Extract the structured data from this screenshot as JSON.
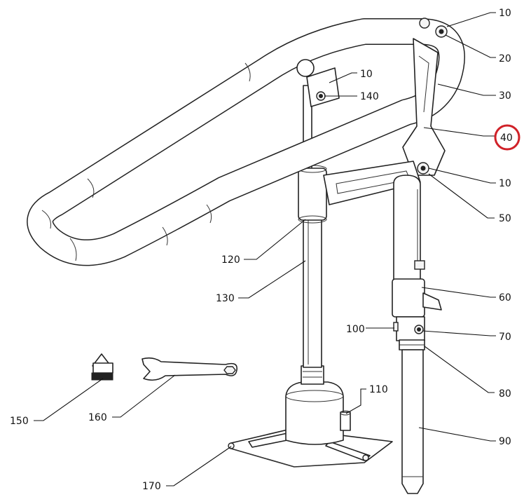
{
  "diagram": {
    "callouts": [
      {
        "id": "c10a",
        "text": "10"
      },
      {
        "id": "c20",
        "text": "20"
      },
      {
        "id": "c10b",
        "text": "10"
      },
      {
        "id": "c140",
        "text": "140"
      },
      {
        "id": "c30",
        "text": "30"
      },
      {
        "id": "c40",
        "text": "40"
      },
      {
        "id": "c10c",
        "text": "10"
      },
      {
        "id": "c50",
        "text": "50"
      },
      {
        "id": "c120",
        "text": "120"
      },
      {
        "id": "c130",
        "text": "130"
      },
      {
        "id": "c60",
        "text": "60"
      },
      {
        "id": "c100",
        "text": "100"
      },
      {
        "id": "c70",
        "text": "70"
      },
      {
        "id": "c80",
        "text": "80"
      },
      {
        "id": "c110",
        "text": "110"
      },
      {
        "id": "c150",
        "text": "150"
      },
      {
        "id": "c160",
        "text": "160"
      },
      {
        "id": "c90",
        "text": "90"
      },
      {
        "id": "c170",
        "text": "170"
      }
    ],
    "highlight": {
      "callout": "40",
      "color": "#d02128"
    }
  }
}
